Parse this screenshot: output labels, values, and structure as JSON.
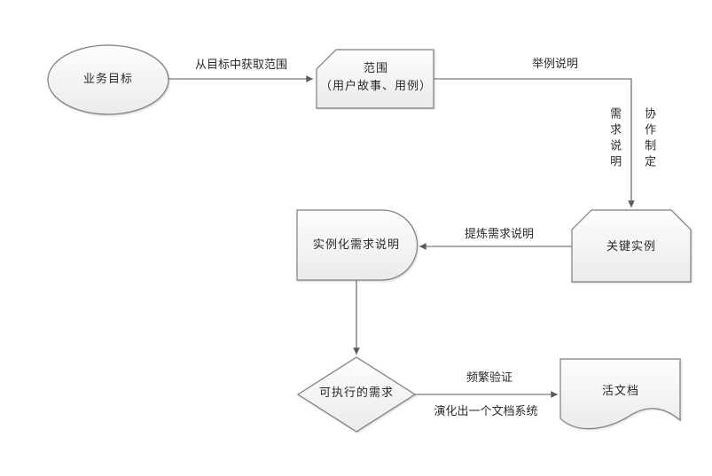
{
  "nodes": {
    "business_goal": {
      "label": "业务目标"
    },
    "scope": {
      "title": "范围",
      "subtitle": "（用户故事、用例）"
    },
    "key_examples": {
      "label": "关键实例"
    },
    "instantiated_spec": {
      "label": "实例化需求说明"
    },
    "executable_requirements": {
      "label": "可执行的需求"
    },
    "living_document": {
      "label": "活文档"
    }
  },
  "edges": {
    "goal_to_scope": {
      "label": "从目标中获取范围"
    },
    "scope_to_key_examples": {
      "label": "举例说明",
      "side_label_left": "需求说明",
      "side_label_right": "协作制定"
    },
    "key_examples_to_spec": {
      "label": "提炼需求说明"
    },
    "executable_to_living_doc": {
      "label_above": "频繁验证",
      "label_below": "演化出一个文档系统"
    }
  },
  "colors": {
    "shape_border": "#7f7f7f",
    "shape_fill_top": "#fdfdfd",
    "shape_fill_bottom": "#ebebeb",
    "connector": "#5a5a5a",
    "text": "#2a2a2a",
    "background": "#ffffff"
  }
}
